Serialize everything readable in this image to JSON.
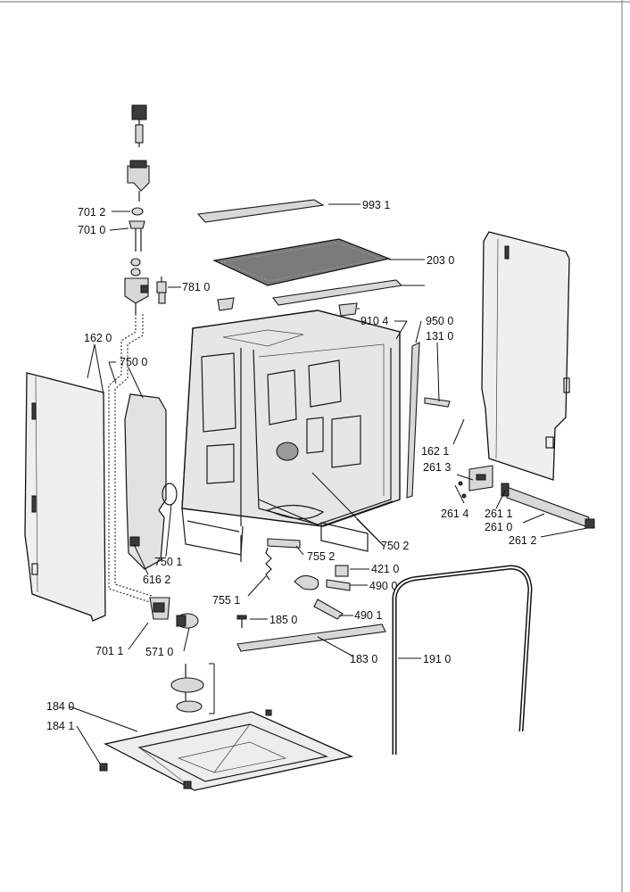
{
  "callouts": [
    {
      "id": "c9931",
      "text": "993 1",
      "part": "top-strip"
    },
    {
      "id": "c2030",
      "text": "203 0",
      "part": "top-mesh-panel"
    },
    {
      "id": "c7012",
      "text": "701 2",
      "part": "valve-clip"
    },
    {
      "id": "c7010",
      "text": "701 0",
      "part": "valve-body"
    },
    {
      "id": "c7810",
      "text": "781 0",
      "part": "small-connector"
    },
    {
      "id": "c9104",
      "text": "910 4",
      "part": "top-clip"
    },
    {
      "id": "c9500",
      "text": "950 0",
      "part": "side-seal"
    },
    {
      "id": "c1310",
      "text": "131 0",
      "part": "side-strip"
    },
    {
      "id": "c1620",
      "text": "162 0",
      "part": "left-side-panel"
    },
    {
      "id": "c7500",
      "text": "750 0",
      "part": "left-insulation"
    },
    {
      "id": "c1621",
      "text": "162 1",
      "part": "right-side-panel"
    },
    {
      "id": "c2613",
      "text": "261 3",
      "part": "hinge-cover"
    },
    {
      "id": "c2614",
      "text": "261 4",
      "part": "hinge-screw"
    },
    {
      "id": "c2611",
      "text": "261 1",
      "part": "hinge-pin"
    },
    {
      "id": "c2610",
      "text": "261 0",
      "part": "hinge-arm"
    },
    {
      "id": "c2612",
      "text": "261 2",
      "part": "hinge-spring"
    },
    {
      "id": "c7502",
      "text": "750 2",
      "part": "tub-insulation"
    },
    {
      "id": "c7501",
      "text": "750 1",
      "part": "insulation-lower"
    },
    {
      "id": "c6162",
      "text": "616 2",
      "part": "foot-screw"
    },
    {
      "id": "c7552",
      "text": "755 2",
      "part": "bracket"
    },
    {
      "id": "c4210",
      "text": "421 0",
      "part": "pressure-switch"
    },
    {
      "id": "c4900",
      "text": "490 0",
      "part": "cable-harness"
    },
    {
      "id": "c7551",
      "text": "755 1",
      "part": "spring"
    },
    {
      "id": "c1850",
      "text": "185 0",
      "part": "screw"
    },
    {
      "id": "c4901",
      "text": "490 1",
      "part": "cable-clip"
    },
    {
      "id": "c7011",
      "text": "701 1",
      "part": "inlet-valve"
    },
    {
      "id": "c5710",
      "text": "571 0",
      "part": "drain-pump-connector"
    },
    {
      "id": "c1830",
      "text": "183 0",
      "part": "front-plinth-strip"
    },
    {
      "id": "c1910",
      "text": "191 0",
      "part": "door-seal"
    },
    {
      "id": "c1840",
      "text": "184 0",
      "part": "base-tray"
    },
    {
      "id": "c1841",
      "text": "184 1",
      "part": "base-screw"
    }
  ]
}
